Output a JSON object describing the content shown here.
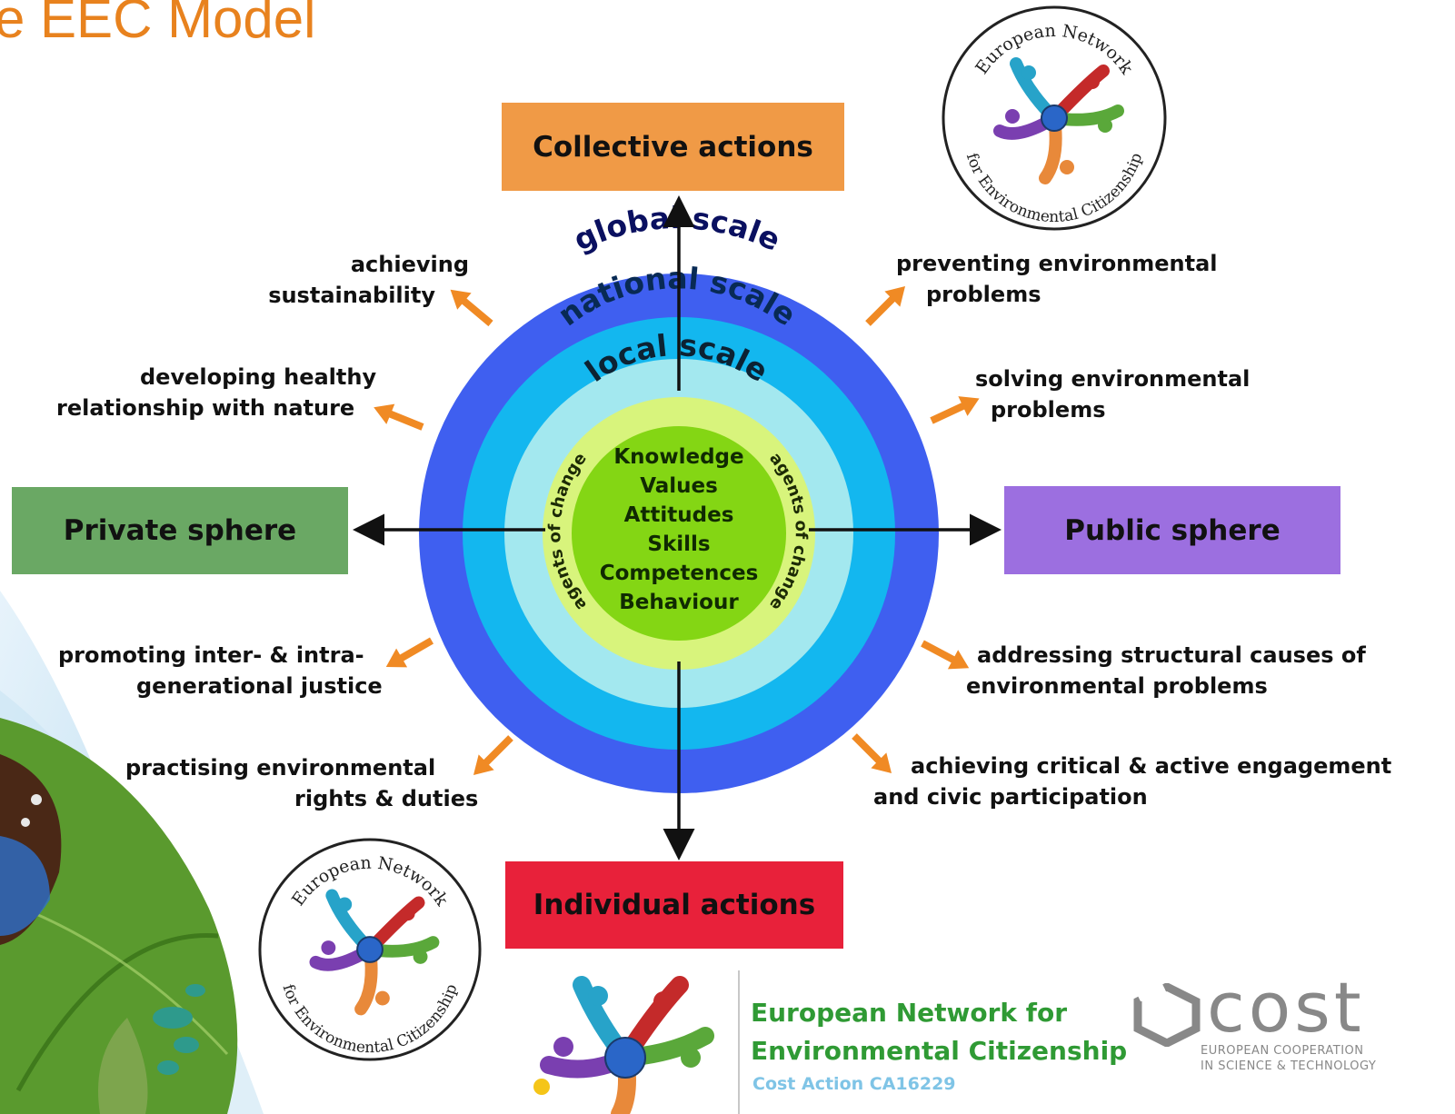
{
  "title": "e EEC Model",
  "boxes": {
    "top": "Collective actions",
    "bottom": "Individual actions",
    "left": "Private sphere",
    "right": "Public sphere"
  },
  "rings": {
    "global": "global scale",
    "national": "national scale",
    "local": "local scale",
    "agents_left": "agents of change",
    "agents_right": "agents of change"
  },
  "core_items": [
    "Knowledge",
    "Values",
    "Attitudes",
    "Skills",
    "Competences",
    "Behaviour"
  ],
  "outcomes_left": [
    {
      "line1": "achieving",
      "line2": "sustainability"
    },
    {
      "line1": "developing healthy",
      "line2": "relationship with nature"
    },
    {
      "line1": "promoting inter- & intra-",
      "line2": "generational justice"
    },
    {
      "line1": "practising environmental",
      "line2": "rights & duties"
    }
  ],
  "outcomes_right": [
    {
      "line1": "preventing environmental",
      "line2": "problems"
    },
    {
      "line1": "solving environmental",
      "line2": "problems"
    },
    {
      "line1": "addressing structural causes of",
      "line2": "environmental problems"
    },
    {
      "line1": "achieving critical & active engagement",
      "line2": "and civic participation"
    }
  ],
  "logo": {
    "ring_top": "European Network",
    "ring_bottom": "for Environmental Citizenship"
  },
  "footer": {
    "org_line1": "European Network for",
    "org_line2": "Environmental Citizenship",
    "action": "Cost Action CA16229",
    "cost_word": "cost",
    "cost_line1": "EUROPEAN COOPERATION",
    "cost_line2": "IN SCIENCE & TECHNOLOGY"
  },
  "colors": {
    "title": "#e8821e",
    "collective": "#f09a46",
    "individual": "#e8213a",
    "private": "#6aa864",
    "public": "#9c6fe0",
    "global_ring": "#3f5ff0",
    "national_ring": "#13b7ef",
    "local_ring": "#a3e8ef",
    "agents_ring": "#d8f47c",
    "core": "#84d614",
    "arrow_orange": "#f08a24"
  }
}
